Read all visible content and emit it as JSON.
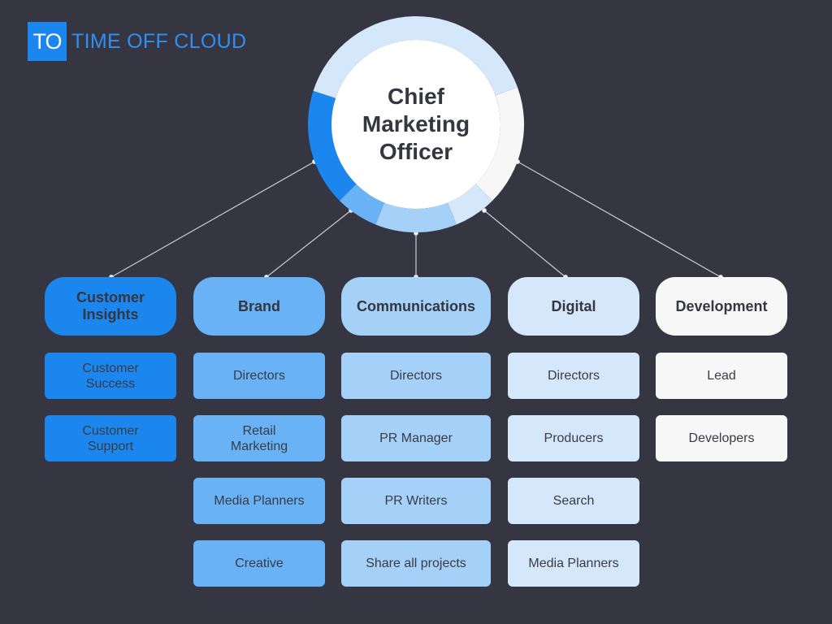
{
  "logo": {
    "mark": "TO",
    "text": "TIME OFF CLOUD"
  },
  "center": {
    "title": "Chief\nMarketing\nOfficer"
  },
  "colors": {
    "background": "#353642",
    "blue_dark": "#1b86ee",
    "blue_mid": "#69b2f6",
    "blue_light": "#a5d0f8",
    "blue_pale": "#d5e7fb",
    "white": "#f7f7f7"
  },
  "departments": [
    {
      "label": "Customer Insights",
      "roles": [
        "Customer Success",
        "Customer Support"
      ]
    },
    {
      "label": "Brand",
      "roles": [
        "Directors",
        "Retail Marketing",
        "Media Planners",
        "Creative"
      ]
    },
    {
      "label": "Communications",
      "roles": [
        "Directors",
        "PR Manager",
        "PR Writers",
        "Share all projects"
      ]
    },
    {
      "label": "Digital",
      "roles": [
        "Directors",
        "Producers",
        "Search",
        "Media Planners"
      ]
    },
    {
      "label": "Development",
      "roles": [
        "Lead",
        "Developers"
      ]
    }
  ]
}
